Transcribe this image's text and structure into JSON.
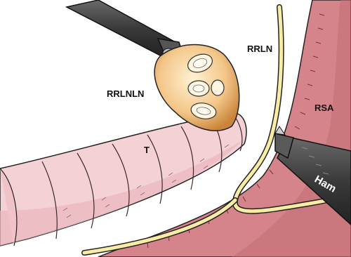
{
  "labels": {
    "rrlnln": "RRLNLN",
    "rrln": "RRLN",
    "rsa": "RSA",
    "t": "T"
  },
  "instrument_brand": "Ham",
  "colors": {
    "artery": "#cd7b7f",
    "artery_dark": "#a34d55",
    "trachea": "#f3cfd2",
    "trachea_shadow": "#e6b4b9",
    "nerve": "#f8eca4",
    "node_light": "#fde3b8",
    "node_dark": "#d99a4a",
    "instrument": "#4a4a4a"
  }
}
